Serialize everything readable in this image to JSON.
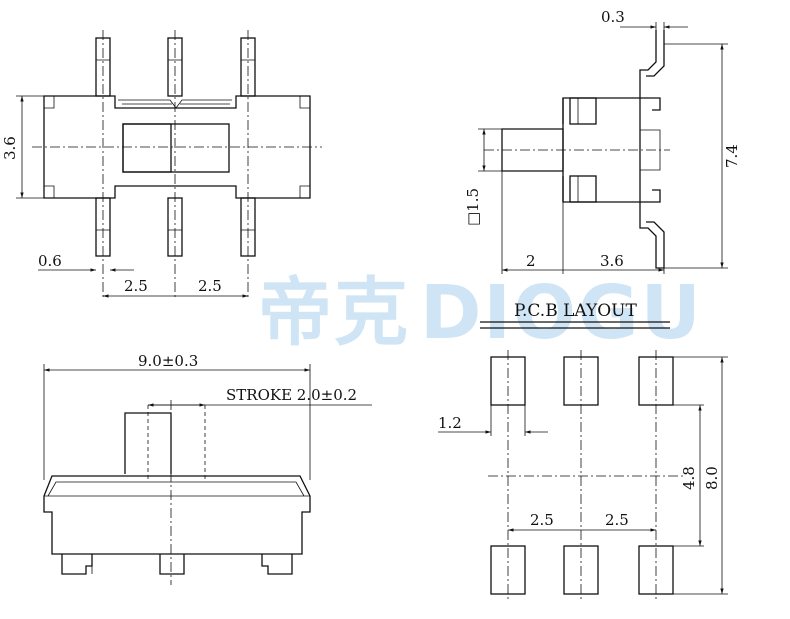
{
  "watermark": {
    "cn": "帝克",
    "en": "DIOGU",
    "color": "#cfe5f5"
  },
  "top_view": {
    "height": "3.6",
    "pin_width": "0.6",
    "pitch_left": "2.5",
    "pitch_right": "2.5"
  },
  "side_view": {
    "thickness": "0.3",
    "height": "7.4",
    "actuator": "□1.5",
    "actuator_length": "2",
    "body_depth": "3.6"
  },
  "front_view": {
    "length": "9.0±0.3",
    "stroke": "STROKE 2.0±0.2"
  },
  "pcb_layout": {
    "title": "P.C.B LAYOUT",
    "pad_width": "1.2",
    "pitch_left": "2.5",
    "pitch_right": "2.5",
    "inner_span": "4.8",
    "outer_span": "8.0"
  }
}
